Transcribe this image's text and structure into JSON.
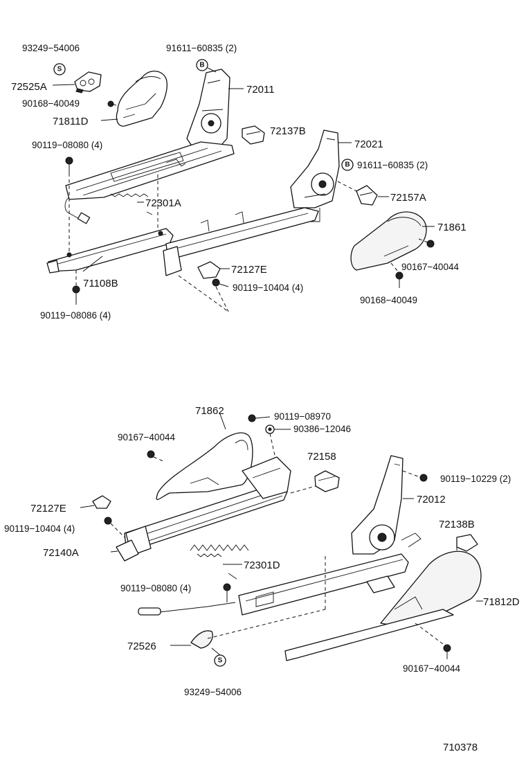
{
  "diagram_id": "710378",
  "upper_assembly": {
    "labels": {
      "l_93249_54006_top": "93249−54006",
      "l_72525A": "72525A",
      "l_90168_40049_a": "90168−40049",
      "l_71811D": "71811D",
      "l_91611_60835_a": "91611−60835 (2)",
      "l_72011": "72011",
      "l_72137B": "72137B",
      "l_72021": "72021",
      "l_91611_60835_b": "91611−60835 (2)",
      "l_90119_08080_a": "90119−08080 (4)",
      "l_72301A": "72301A",
      "l_72157A": "72157A",
      "l_71861": "71861",
      "l_90167_40044_a": "90167−40044",
      "l_72127E_a": "72127E",
      "l_90119_10404_a": "90119−10404 (4)",
      "l_71108B": "71108B",
      "l_90168_40049_b": "90168−40049",
      "l_90119_08086": "90119−08086 (4)"
    }
  },
  "lower_assembly": {
    "labels": {
      "l_71862": "71862",
      "l_90119_08970": "90119−08970",
      "l_90386_12046": "90386−12046",
      "l_90167_40044_b": "90167−40044",
      "l_72158": "72158",
      "l_90119_10229": "90119−10229 (2)",
      "l_72012": "72012",
      "l_72127E_b": "72127E",
      "l_90119_10404_b": "90119−10404 (4)",
      "l_72138B": "72138B",
      "l_72140A": "72140A",
      "l_72301D": "72301D",
      "l_90119_08080_b": "90119−08080 (4)",
      "l_71812D": "71812D",
      "l_72526": "72526",
      "l_90167_40044_c": "90167−40044",
      "l_93249_54006_bottom": "93249−54006"
    }
  },
  "callouts": {
    "s_mark": "S",
    "b_mark": "B"
  }
}
